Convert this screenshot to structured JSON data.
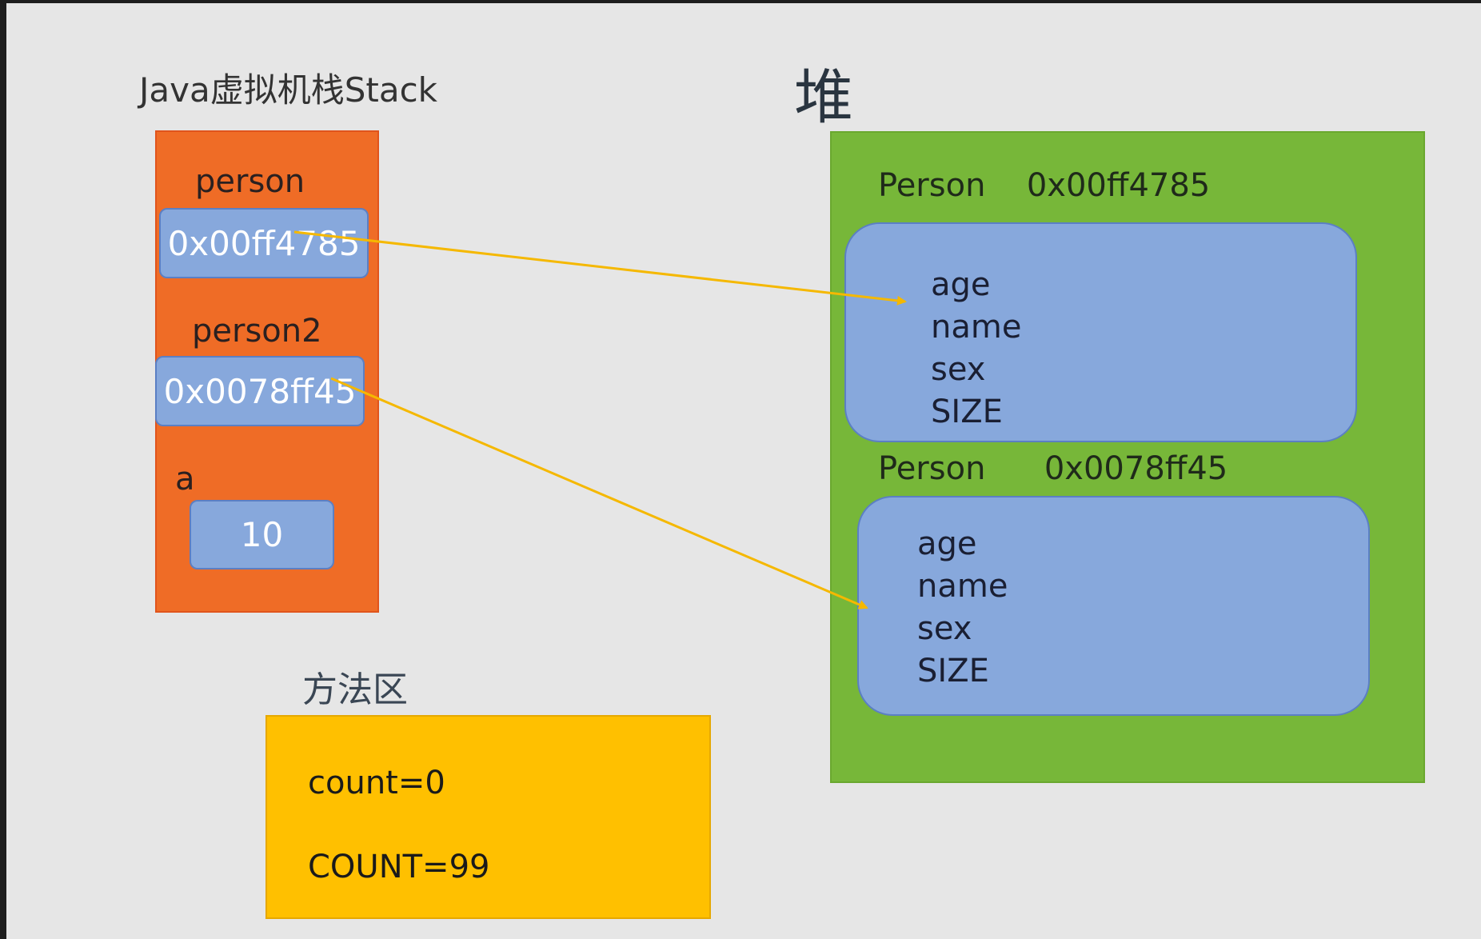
{
  "stack": {
    "title": "Java虚拟机栈Stack",
    "vars": [
      {
        "name": "person",
        "value": "0x00ff4785"
      },
      {
        "name": "person2",
        "value": "0x0078ff45"
      },
      {
        "name": "a",
        "value": "10"
      }
    ]
  },
  "heap": {
    "title": "堆",
    "objects": [
      {
        "class": "Person",
        "address": "0x00ff4785",
        "fields": [
          "age",
          "name",
          "sex",
          "SIZE"
        ]
      },
      {
        "class": "Person",
        "address": "0x0078ff45",
        "fields": [
          "age",
          "name",
          "sex",
          "SIZE"
        ]
      }
    ]
  },
  "method_area": {
    "title": "方法区",
    "lines": [
      "count=0",
      "COUNT=99"
    ]
  },
  "colors": {
    "stack": "#ef6c26",
    "heap": "#77b739",
    "object": "#87a8dc",
    "method_area": "#ffc000",
    "arrow": "#f5b800"
  }
}
